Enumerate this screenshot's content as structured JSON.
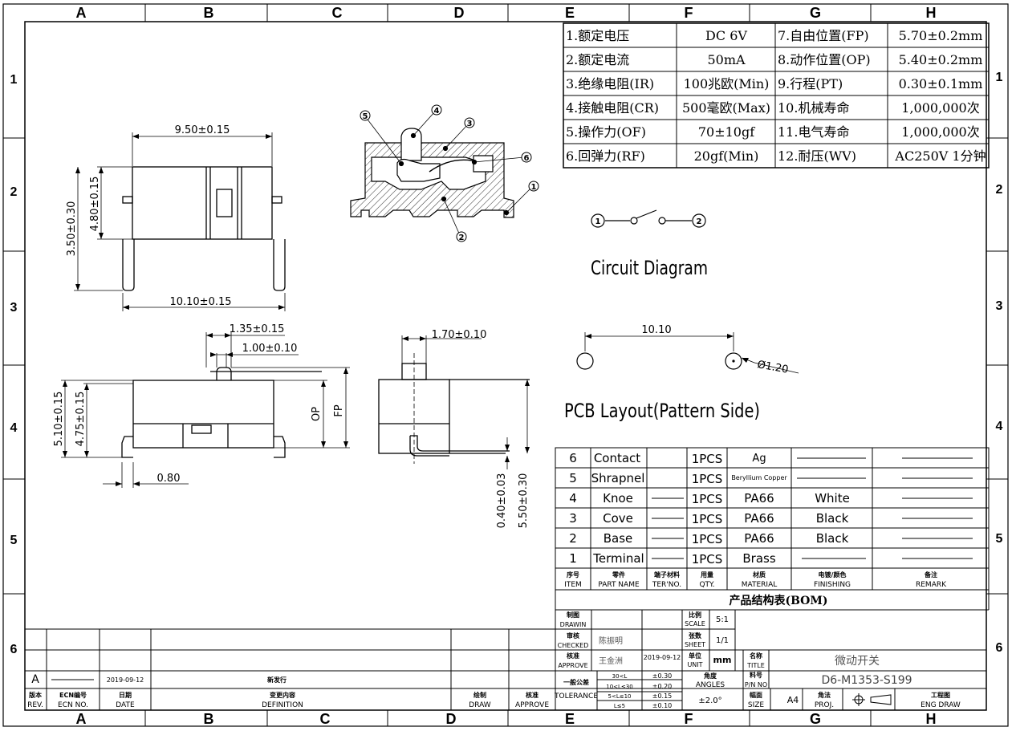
{
  "frame": {
    "col_labels": [
      "A",
      "B",
      "C",
      "D",
      "E",
      "F",
      "G",
      "H"
    ],
    "row_labels": [
      "1",
      "2",
      "3",
      "4",
      "5",
      "6"
    ]
  },
  "specs": [
    {
      "label": "1.额定电压",
      "value": "DC  6V",
      "label2": "7.自由位置(FP)",
      "value2": "5.70±0.2mm"
    },
    {
      "label": "2.额定电流",
      "value": "50mA",
      "label2": "8.动作位置(OP)",
      "value2": "5.40±0.2mm"
    },
    {
      "label": "3.绝缘电阻(IR)",
      "value": "100兆欧(Min)",
      "label2": "9.行程(PT)",
      "value2": "0.30±0.1mm"
    },
    {
      "label": "4.接触电阻(CR)",
      "value": "500毫欧(Max)",
      "label2": "10.机械寿命",
      "value2": "1,000,000次"
    },
    {
      "label": "5.操作力(OF)",
      "value": "70±10gf",
      "label2": "11.电气寿命",
      "value2": "1,000,000次"
    },
    {
      "label": "6.回弹力(RF)",
      "value": "20gf(Min)",
      "label2": "12.耐压(WV)",
      "value2": "AC250V 1分钟"
    }
  ],
  "dims": {
    "top_width": "9.50±0.15",
    "top_h1": "3.50±0.30",
    "top_h2": "4.80±0.15",
    "pin_span": "10.10±0.15",
    "d135": "1.35±0.15",
    "d100": "1.00±0.10",
    "d170": "1.70±0.10",
    "h510": "5.10±0.15",
    "h475": "4.75±0.15",
    "op": "OP",
    "fp": "FP",
    "d080": "0.80",
    "d040": "0.40±0.03",
    "d550": "5.50±0.30"
  },
  "callouts": [
    "1",
    "2",
    "3",
    "4",
    "5",
    "6"
  ],
  "circuit": {
    "n1": "1",
    "n2": "2",
    "title": "Circuit Diagram"
  },
  "pcb": {
    "span": "10.10",
    "hole": "Ø1.20",
    "title": "PCB Layout(Pattern Side)"
  },
  "bom": {
    "rows": [
      {
        "no": "6",
        "part": "Contact",
        "qty": "1PCS",
        "material": "Ag",
        "finish": ""
      },
      {
        "no": "5",
        "part": "Shrapnel",
        "qty": "1PCS",
        "material": "Beryllium Copper",
        "finish": ""
      },
      {
        "no": "4",
        "part": "Knoe",
        "qty": "1PCS",
        "material": "PA66",
        "finish": "White"
      },
      {
        "no": "3",
        "part": "Cove",
        "qty": "1PCS",
        "material": "PA66",
        "finish": "Black"
      },
      {
        "no": "2",
        "part": "Base",
        "qty": "1PCS",
        "material": "PA66",
        "finish": "Black"
      },
      {
        "no": "1",
        "part": "Terminal",
        "qty": "1PCS",
        "material": "Brass",
        "finish": ""
      }
    ],
    "headers": [
      {
        "cn": "序号",
        "en": "ITEM"
      },
      {
        "cn": "零件",
        "en": "PART NAME"
      },
      {
        "cn": "端子材料",
        "en": "TER'NO."
      },
      {
        "cn": "用量",
        "en": "QTY."
      },
      {
        "cn": "材质",
        "en": "MATERIAL"
      },
      {
        "cn": "电镀/颜色",
        "en": "FINISHING"
      },
      {
        "cn": "备注",
        "en": "REMARK"
      }
    ],
    "title": "产品结构表(BOM)"
  },
  "titleblock": {
    "drawn_cn": "制图",
    "drawn_en": "DRAWIN",
    "checked_cn": "审核",
    "checked_en": "CHECKED",
    "checked_name": "陈振明",
    "approve_cn": "核准",
    "approve_en": "APPROVE",
    "approve_name": "王金洲",
    "approve_date": "2019-09-12",
    "scale_cn": "比例",
    "scale_en": "SCALE",
    "scale_val": "5:1",
    "sheet_cn": "张数",
    "sheet_en": "SHEET",
    "sheet_val": "1/1",
    "unit_cn": "单位",
    "unit_en": "UNIT",
    "unit_val": "mm",
    "title_cn": "名称",
    "title_en": "TITLE",
    "title_val": "微动开关",
    "pn_cn": "料号",
    "pn_en": "P/N NO",
    "pn_val": "D6-M1353-S199",
    "angles_cn": "角度",
    "angles_en": "ANGLES",
    "angles_val": "±2.0°",
    "size_cn": "幅面",
    "size_en": "SIZE",
    "size_val": "A4",
    "proj_cn": "角法",
    "proj_en": "PROJ.",
    "eng_cn": "工程图",
    "eng_en": "ENG DRAW",
    "tol_cn": "一般公差",
    "tol_en": "TOLERANCE",
    "tol_rows": [
      {
        "range": "30<L",
        "val": "±0.30"
      },
      {
        "range": "10<L≤30",
        "val": "±0.20"
      },
      {
        "range": "5<L≤10",
        "val": "±0.15"
      },
      {
        "range": "L≤5",
        "val": "±0.10"
      }
    ],
    "rev_val": "A",
    "rev_date": "2019-09-12",
    "rev_def": "新发行",
    "rev_cn": "版本",
    "rev_en": "REV.",
    "ecn_cn": "ECN编号",
    "ecn_en": "ECN NO.",
    "date_cn": "日期",
    "date_en": "DATE",
    "def_cn": "变更内容",
    "def_en": "DEFINITION",
    "draw_cn": "绘制",
    "draw_en": "DRAW",
    "appr_cn": "核准",
    "appr_en": "APPROVE"
  }
}
